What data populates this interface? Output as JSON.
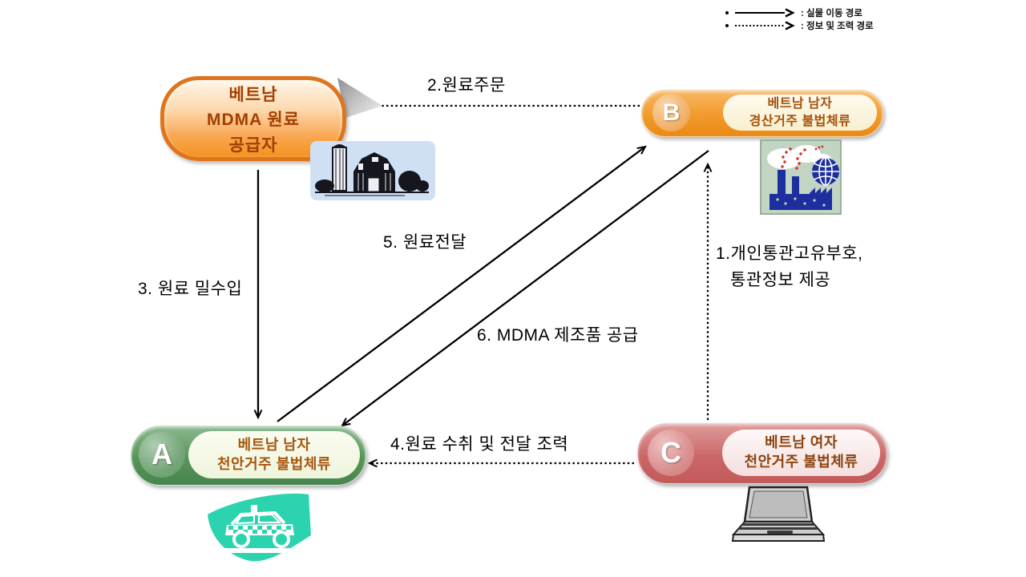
{
  "legend": {
    "items": [
      {
        "bullet": "•",
        "style": "solid",
        "label": ": 실물 이동 경로"
      },
      {
        "bullet": "•",
        "style": "dotted",
        "label": ": 정보 및 조력 경로"
      }
    ]
  },
  "nodes": {
    "supplier": {
      "lines": [
        "베트남",
        "MDMA 원료",
        "공급자"
      ]
    },
    "b": {
      "badge": "B",
      "lines": [
        "베트남 남자",
        "경산거주 불법체류"
      ]
    },
    "a": {
      "badge": "A",
      "lines": [
        "베트남 남자",
        "천안거주 불법체류"
      ]
    },
    "c": {
      "badge": "C",
      "lines": [
        "베트남 여자",
        "천안거주 불법체류"
      ]
    }
  },
  "edges": [
    {
      "id": "1",
      "style": "dotted",
      "from": "C",
      "to": "B",
      "label_lines": [
        "1.개인통관고유부호,",
        "통관정보 제공"
      ]
    },
    {
      "id": "2",
      "style": "dotted",
      "from": "B",
      "to": "supplier",
      "label": "2.원료주문"
    },
    {
      "id": "3",
      "style": "solid",
      "from": "supplier",
      "to": "A",
      "label": "3. 원료 밀수입"
    },
    {
      "id": "4",
      "style": "dotted",
      "from": "C",
      "to": "A",
      "label": "4.원료 수취 및 전달 조력"
    },
    {
      "id": "5",
      "style": "solid",
      "from": "A",
      "to": "B",
      "label": "5. 원료전달"
    },
    {
      "id": "6",
      "style": "solid",
      "from": "B",
      "to": "A",
      "label": "6. MDMA 제조품 공급"
    }
  ],
  "icons": [
    "barn-farm-icon",
    "factory-globe-icon",
    "taxi-icon",
    "laptop-icon"
  ],
  "colors": {
    "supplier_border": "#E0741C",
    "supplier_text": "#A33F00",
    "node_b_fill": "#F19A2B",
    "node_a_fill": "#579459",
    "node_c_fill": "#CB6767",
    "node_text_orange": "#A55108",
    "node_text_brown": "#8A4410",
    "arrow": "#000000",
    "barn_bg": "#CFE0F5",
    "factory_bg": "#C2D4C2",
    "factory_blue": "#1D2F9E",
    "taxi_teal": "#2BD3AE",
    "laptop_gray": "#C9C9C9"
  }
}
